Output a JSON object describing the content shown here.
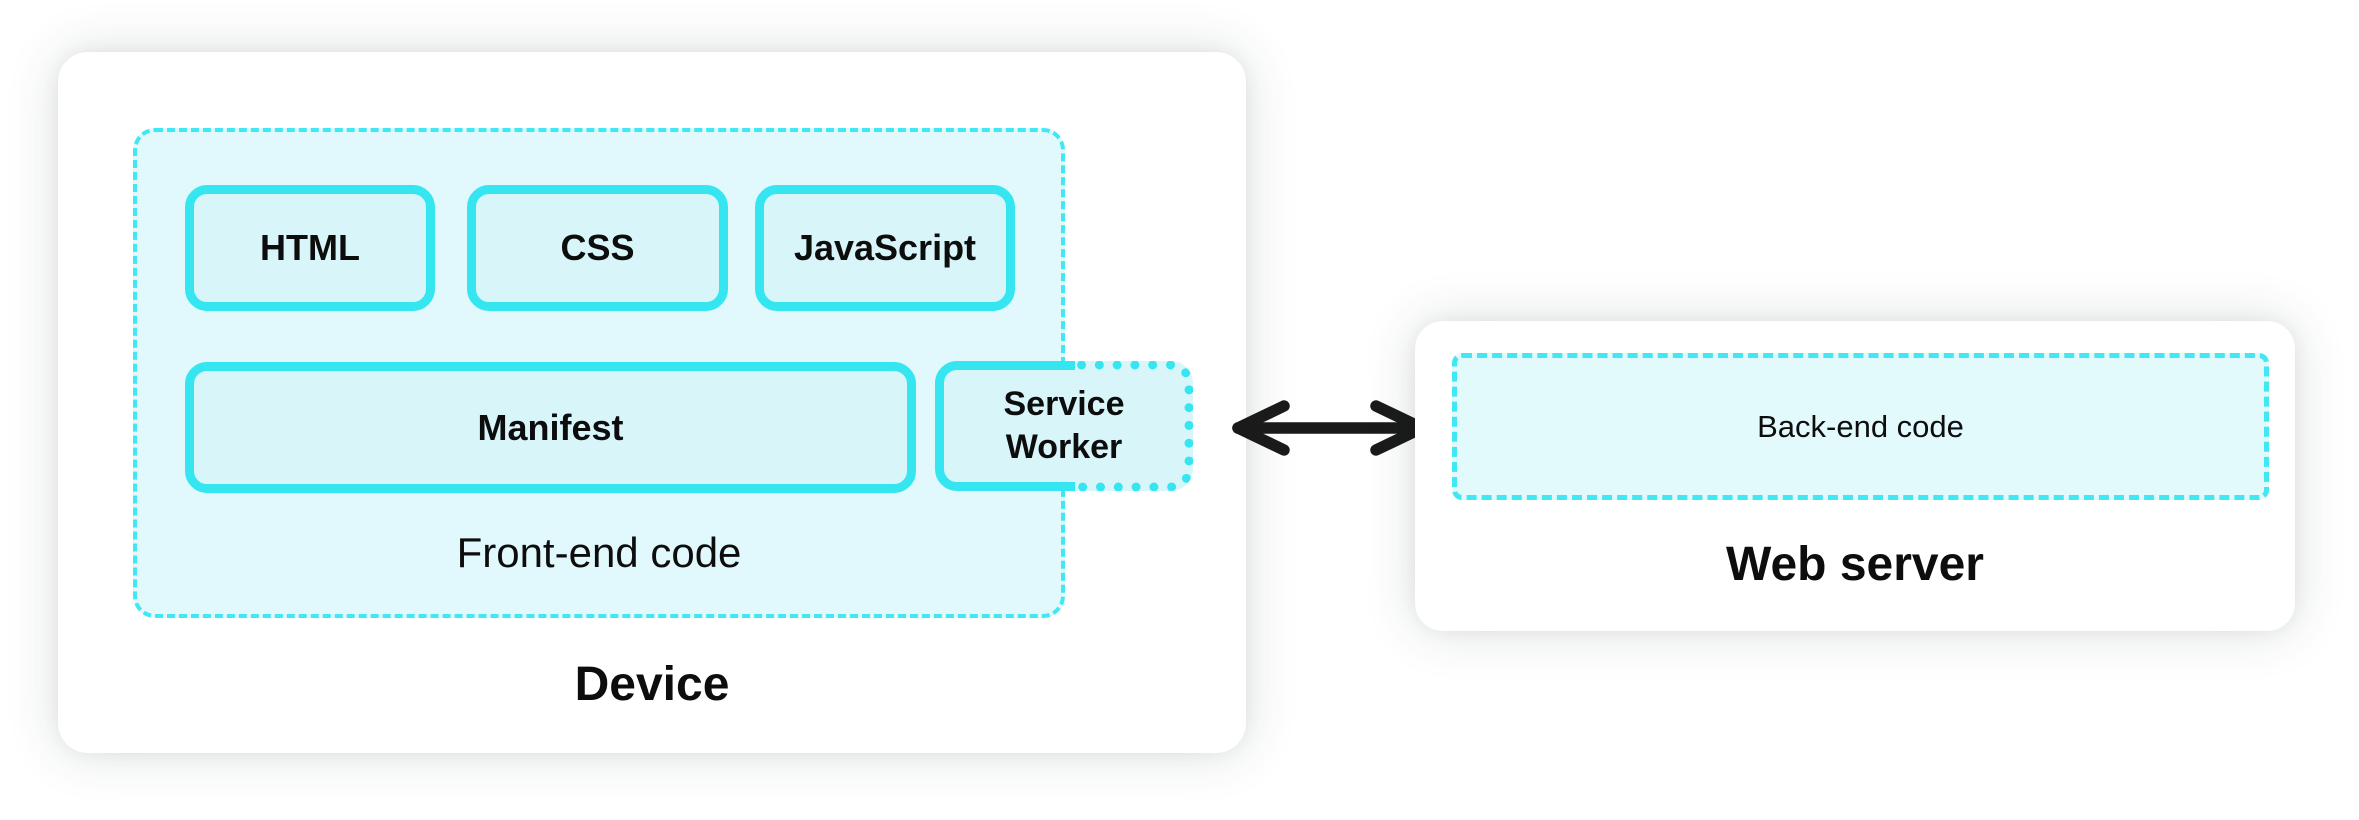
{
  "device_card": {
    "label": "Device",
    "frontend": {
      "label": "Front-end code",
      "code_boxes": [
        {
          "label": "HTML"
        },
        {
          "label": "CSS"
        },
        {
          "label": "JavaScript"
        }
      ],
      "manifest": {
        "label": "Manifest"
      },
      "service_worker": {
        "label": "Service Worker"
      }
    }
  },
  "connection": {
    "icon": "double-headed-arrow",
    "color": "#1a1a1a"
  },
  "server_card": {
    "label": "Web server",
    "backend": {
      "label": "Back-end code"
    }
  },
  "colors": {
    "cyan_solid_border": "#35e6f0",
    "cyan_dashed_border": "#3fe8f2",
    "frontend_fill": "#e1f9fc",
    "code_box_fill": "#d8f6fa",
    "backend_fill": "#e3fafc",
    "card_background": "#ffffff",
    "page_background": "#ffffff",
    "text": "#0d0d0d"
  }
}
